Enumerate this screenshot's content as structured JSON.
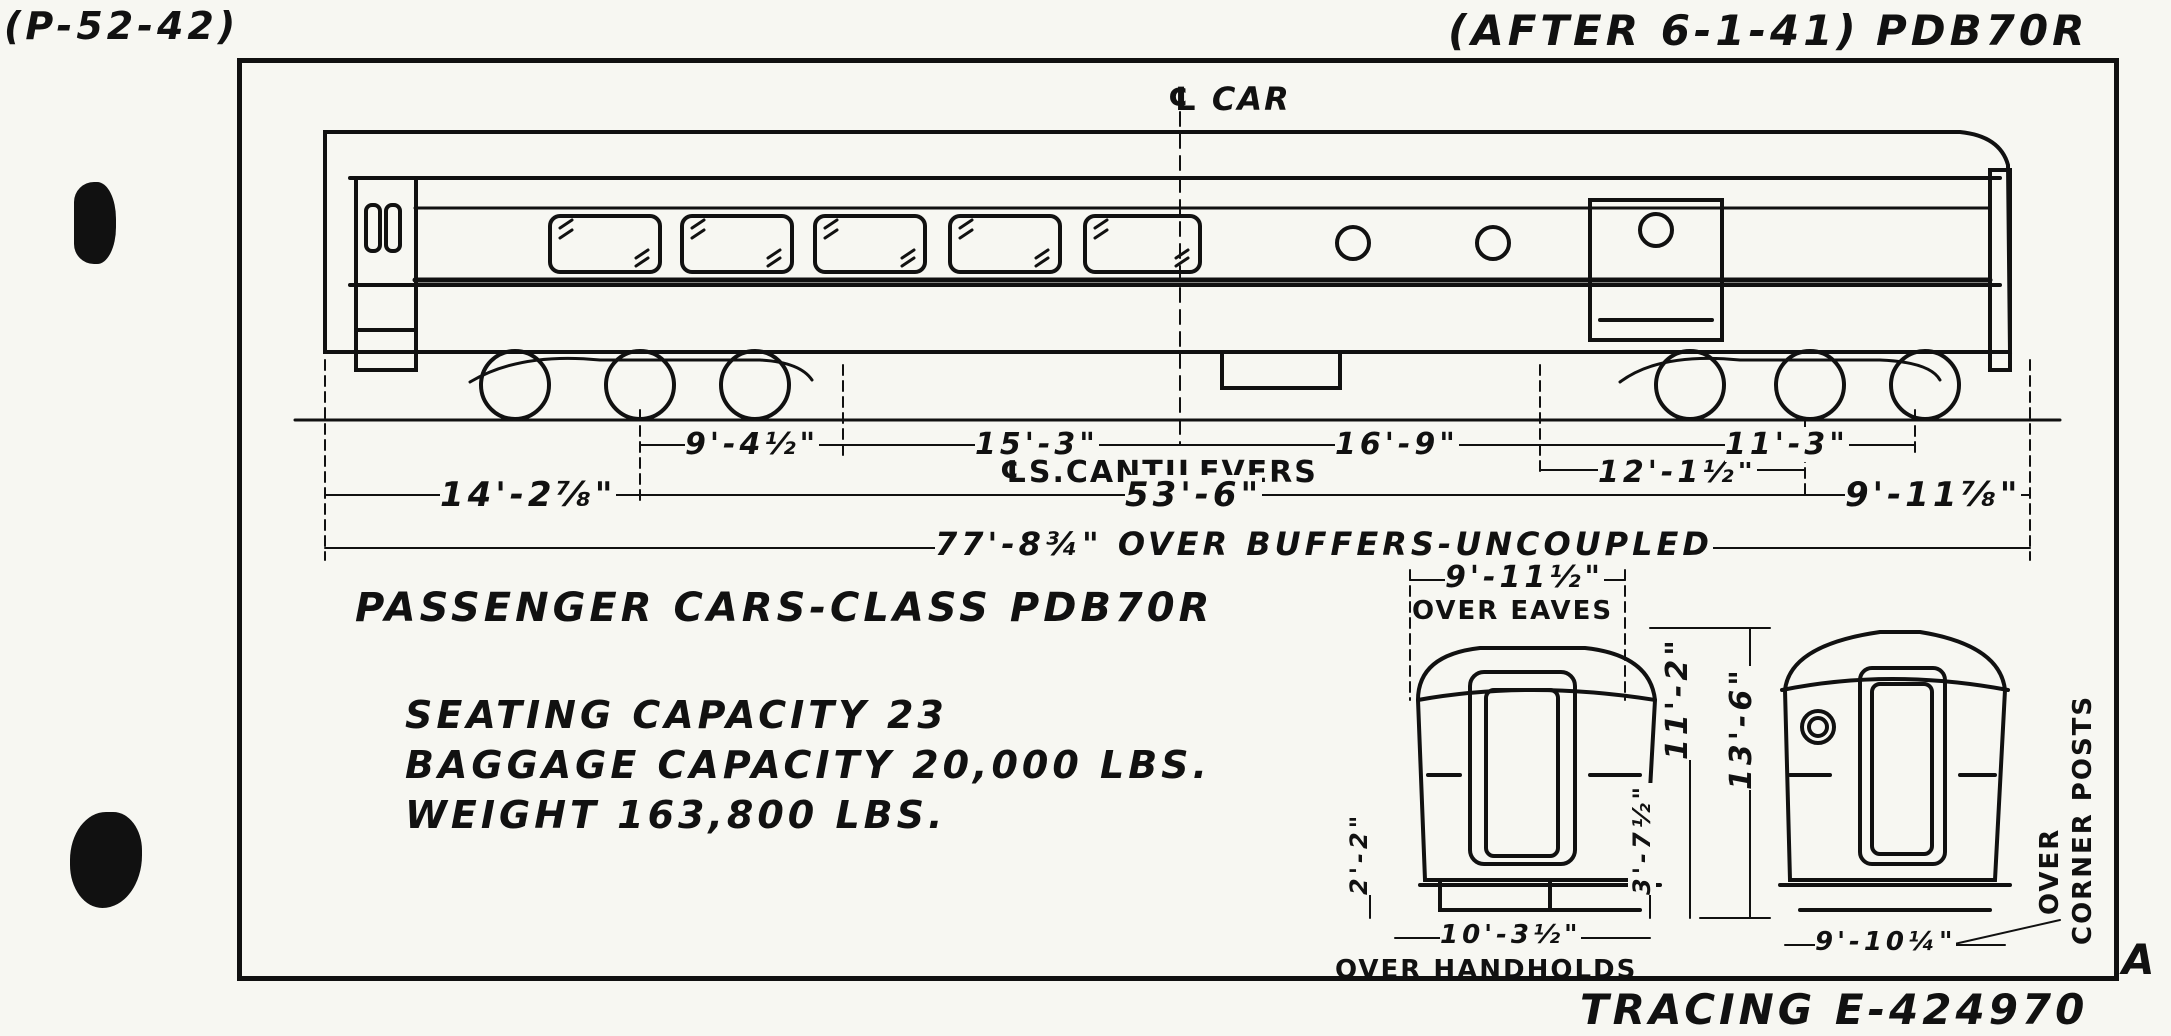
{
  "corner": {
    "top_left": "(P-52-42)",
    "top_right_date": "(AFTER 6-1-41)",
    "top_right_class": "PDB70R",
    "bottom_right": "TRACING E-424970",
    "right_mark": "A"
  },
  "side_view": {
    "centerline_label": "℄ CAR",
    "dims": {
      "d1": "9'-4½\"",
      "d2": "15'-3\"",
      "d3": "16'-9\"",
      "d4": "12'-1½\"",
      "d5": "11'-3\"",
      "cantilevers": "℄S.CANTILEVERS",
      "left_overhang": "14'-2⅞\"",
      "truck_centers": "53'-6\"",
      "right_overhang": "9'-11⅞\"",
      "over_buffers": "77'-8¾\" OVER BUFFERS-UNCOUPLED"
    }
  },
  "title": "PASSENGER CARS-CLASS PDB70R",
  "specs": [
    "SEATING CAPACITY  23",
    "BAGGAGE CAPACITY 20,000 LBS.",
    "WEIGHT  163,800 LBS."
  ],
  "end_view": {
    "eaves_width": "9'-11½\"",
    "eaves_label": "OVER EAVES",
    "height_a": "11'-2\"",
    "height_total": "13'-6\"",
    "step_height": "3'-7½\"",
    "low_height": "2'-2\"",
    "handholds_width": "10'-3½\"",
    "handholds_label": "OVER HANDHOLDS",
    "corner_width": "9'-10¼\"",
    "corner_label_1": "OVER",
    "corner_label_2": "CORNER POSTS"
  }
}
